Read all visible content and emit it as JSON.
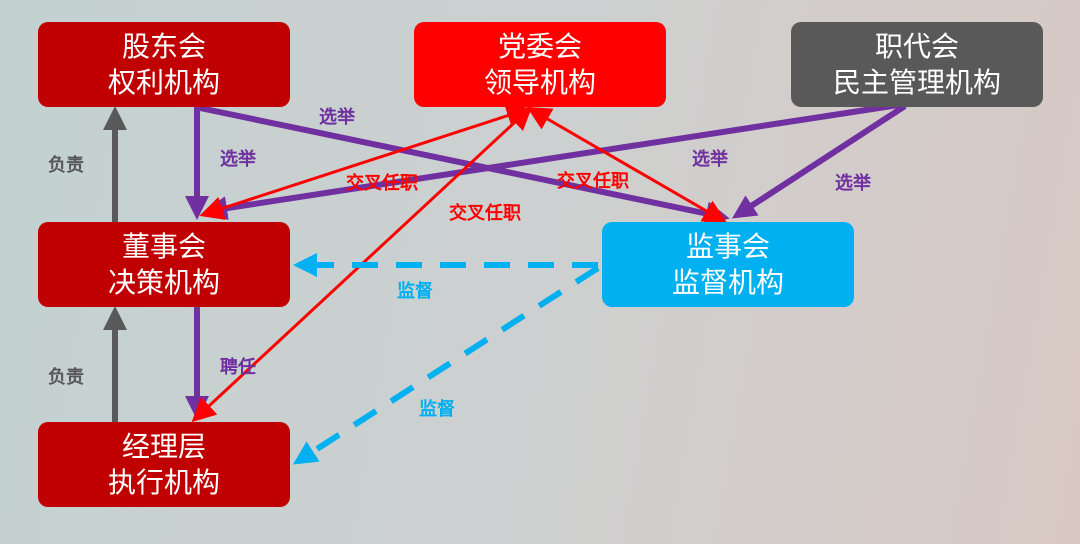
{
  "colors": {
    "dark_red": "#C00000",
    "red": "#FF0000",
    "gray": "#595959",
    "blue": "#00B0F0",
    "purple": "#7030A0"
  },
  "boxes": {
    "shareholders": {
      "title": "股东会",
      "subtitle": "权利机构"
    },
    "party": {
      "title": "党委会",
      "subtitle": "领导机构"
    },
    "workers": {
      "title": "职代会",
      "subtitle": "民主管理机构"
    },
    "board": {
      "title": "董事会",
      "subtitle": "决策机构"
    },
    "supervisors": {
      "title": "监事会",
      "subtitle": "监督机构"
    },
    "managers": {
      "title": "经理层",
      "subtitle": "执行机构"
    }
  },
  "labels": {
    "responsible1": "负责",
    "responsible2": "负责",
    "elect1": "选举",
    "elect2": "选举",
    "elect3": "选举",
    "elect4": "选举",
    "cross1": "交叉任职",
    "cross2": "交叉任职",
    "cross3": "交叉任职",
    "appoint": "聘任",
    "supervise1": "监督",
    "supervise2": "监督"
  }
}
